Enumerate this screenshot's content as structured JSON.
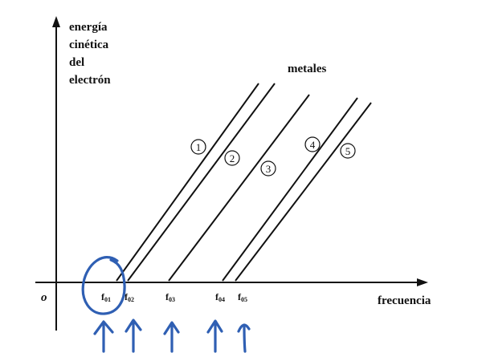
{
  "y_axis_label": [
    "energía",
    "cinética",
    "del",
    "electrón"
  ],
  "x_axis_label": "frecuencia",
  "origin_label": "o",
  "series_title": "metales",
  "metals": [
    {
      "number": "1",
      "threshold_label": "f",
      "threshold_sub": "01"
    },
    {
      "number": "2",
      "threshold_label": "f",
      "threshold_sub": "02"
    },
    {
      "number": "3",
      "threshold_label": "f",
      "threshold_sub": "03"
    },
    {
      "number": "4",
      "threshold_label": "f",
      "threshold_sub": "04"
    },
    {
      "number": "5",
      "threshold_label": "f",
      "threshold_sub": "05"
    }
  ],
  "colors": {
    "ink": "#111111",
    "annotation": "#2f5fb3"
  }
}
